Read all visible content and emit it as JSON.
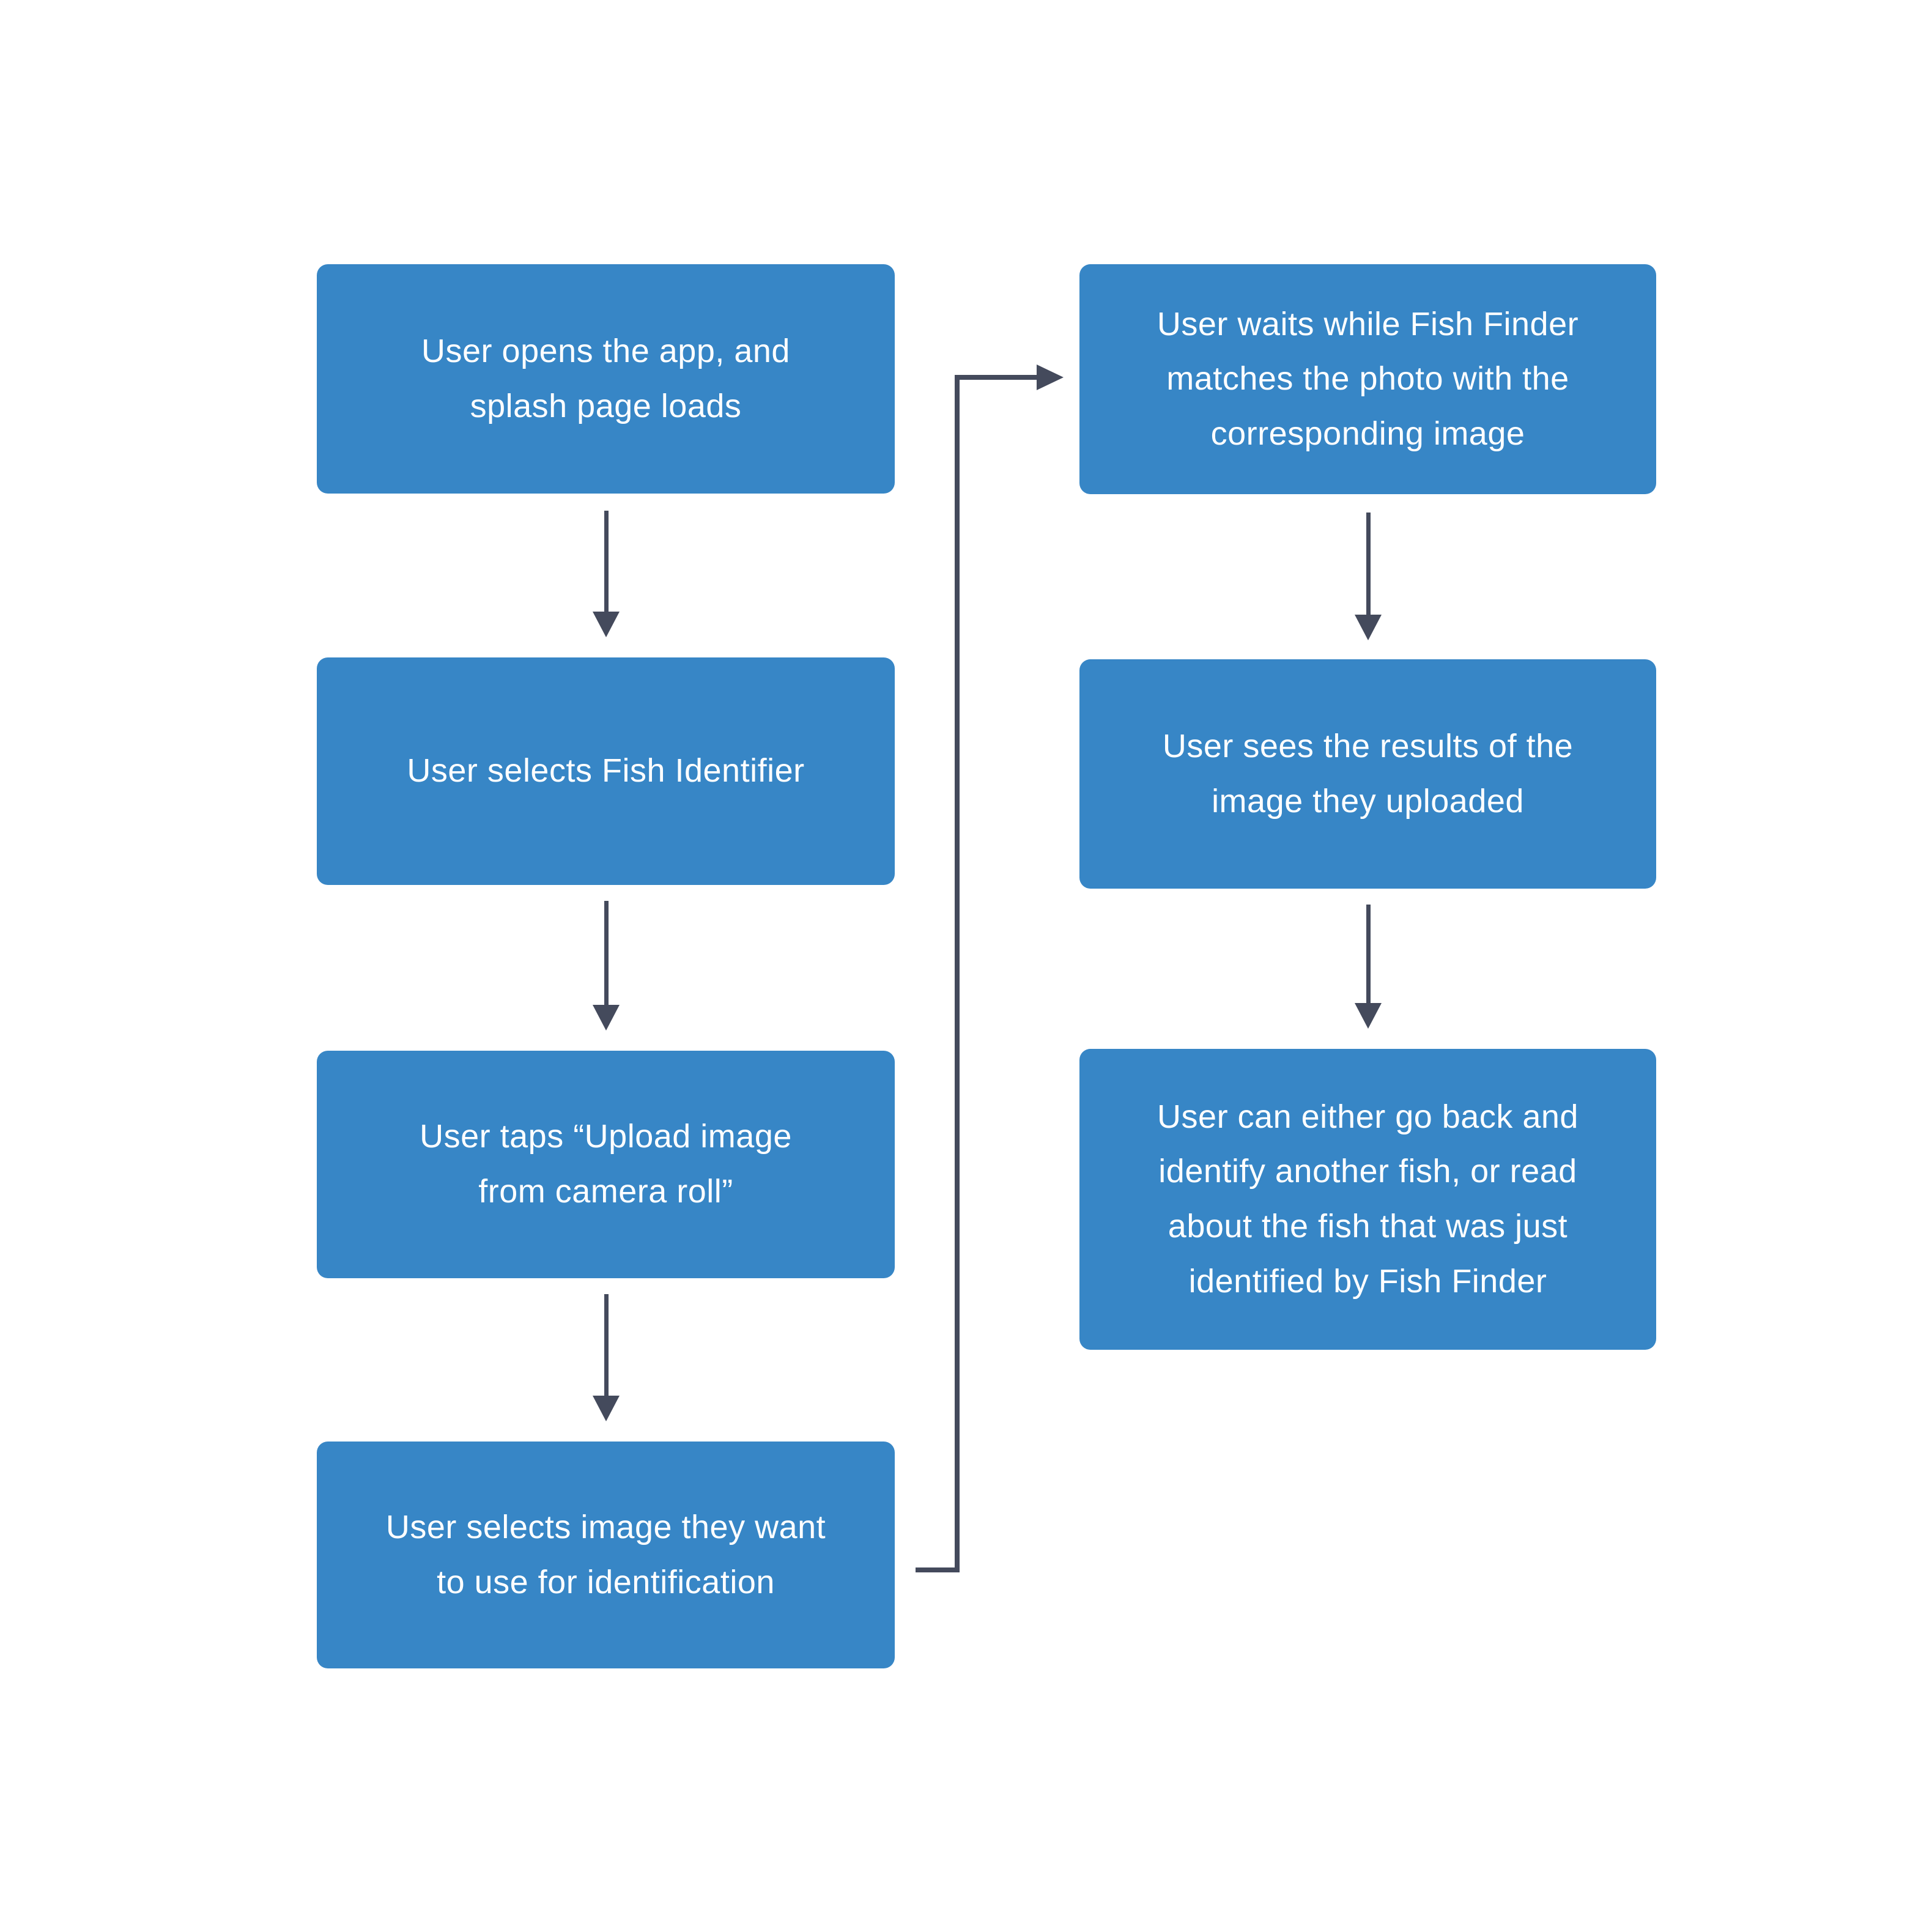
{
  "theme": {
    "canvas-bg": "#ffffff",
    "node-fill": "#3786C6",
    "node-text": "#ffffff",
    "connector": "#444A5C"
  },
  "flow": {
    "nodes": [
      {
        "id": "open-app",
        "label": "User opens the app, and\nsplash page loads"
      },
      {
        "id": "select-fish-identifier",
        "label": "User selects Fish Identifier"
      },
      {
        "id": "tap-upload-image",
        "label": "User taps “Upload image\nfrom camera roll”"
      },
      {
        "id": "select-image",
        "label": "User selects image they want\nto use for identification"
      },
      {
        "id": "wait-matching",
        "label": "User waits while Fish Finder\nmatches the photo with the\ncorresponding image"
      },
      {
        "id": "see-results",
        "label": "User sees the results of the\nimage they uploaded"
      },
      {
        "id": "go-back-or-read",
        "label": "User can either go back and\nidentify another fish, or read\nabout the fish that was just\nidentified by Fish Finder"
      }
    ]
  }
}
